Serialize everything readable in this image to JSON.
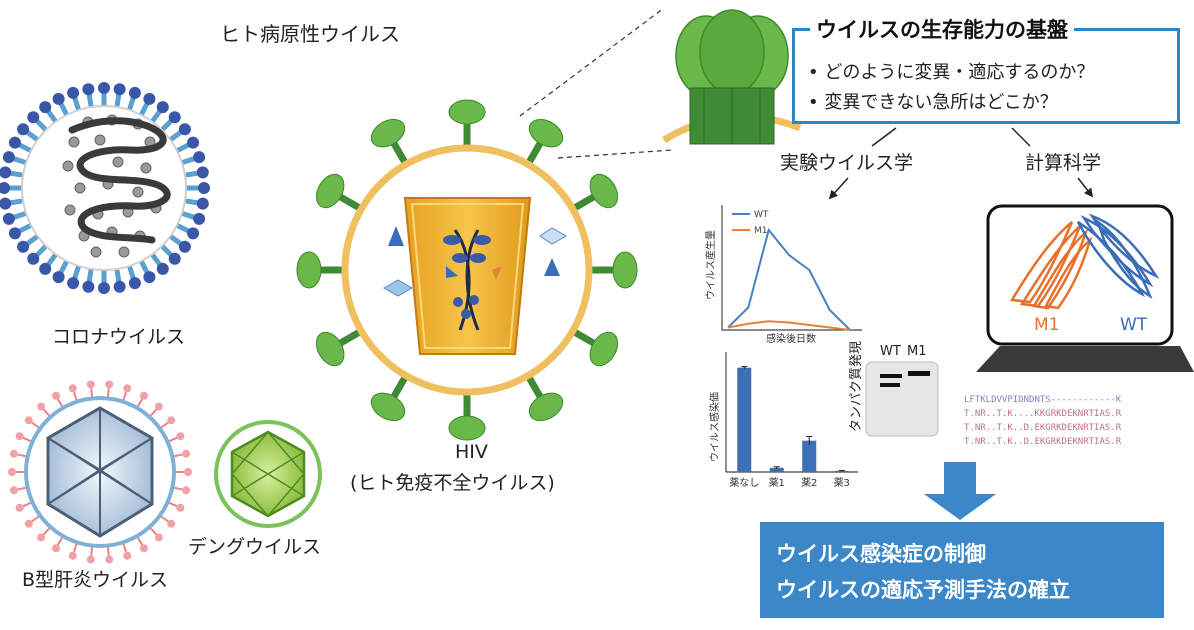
{
  "labels": {
    "title": "ヒト病原性ウイルス",
    "corona": "コロナウイルス",
    "hbv": "B型肝炎ウイルス",
    "dengue": "デングウイルス",
    "hiv_line1": "HIV",
    "hiv_line2": "(ヒト免疫不全ウイルス)",
    "experimental": "実験ウイルス学",
    "computational": "計算科学"
  },
  "question_box": {
    "title": "ウイルスの生存能力の基盤",
    "q1": "• どのように変異・適応するのか？",
    "q2": "• 変異できない急所はどこか？"
  },
  "line_chart": {
    "ylabel": "ウイルス産生量",
    "xlabel": "感染後日数",
    "legend_wt": "WT",
    "legend_m1": "M1"
  },
  "bar_chart": {
    "ylabel": "ウイルス感染価",
    "categories": [
      "薬なし",
      "薬1",
      "薬2",
      "薬3"
    ]
  },
  "western": {
    "ylabel": "タンパク質発現",
    "wt": "WT",
    "m1": "M1"
  },
  "structure": {
    "m1": "M1",
    "wt": "WT"
  },
  "alignment": [
    "LFTKLDVVPIDNDNTS------------K",
    "T.NR..T.K....KKGRKDEKNRTIAS.R",
    "T.NR..T.K..D.EKGRKDEKNRTIAS.R",
    "T.NR..T.K..D.EKGRKDEKNRTIAS.R"
  ],
  "outcome": {
    "line1": "ウイルス感染症の制御",
    "line2": "ウイルスの適応予測手法の確立"
  },
  "chart_data": [
    {
      "type": "line",
      "x": [
        0,
        1,
        2,
        3,
        4,
        5,
        6
      ],
      "series": [
        {
          "name": "WT",
          "values": [
            2,
            18,
            80,
            60,
            48,
            16,
            0
          ]
        },
        {
          "name": "M1",
          "values": [
            2,
            5,
            7,
            6,
            4,
            2,
            0
          ]
        }
      ],
      "xlabel": "感染後日数",
      "ylabel": "ウイルス産生量",
      "ylim": [
        0,
        100
      ],
      "colors": {
        "WT": "#4a7fc1",
        "M1": "#e8823a"
      }
    },
    {
      "type": "bar",
      "categories": [
        "薬なし",
        "薬1",
        "薬2",
        "薬3"
      ],
      "values": [
        100,
        4,
        30,
        1
      ],
      "errors": [
        1,
        1,
        4,
        0.5
      ],
      "ylabel": "ウイルス感染価",
      "ylim": [
        0,
        115
      ],
      "color": "#3d6fb6"
    }
  ]
}
